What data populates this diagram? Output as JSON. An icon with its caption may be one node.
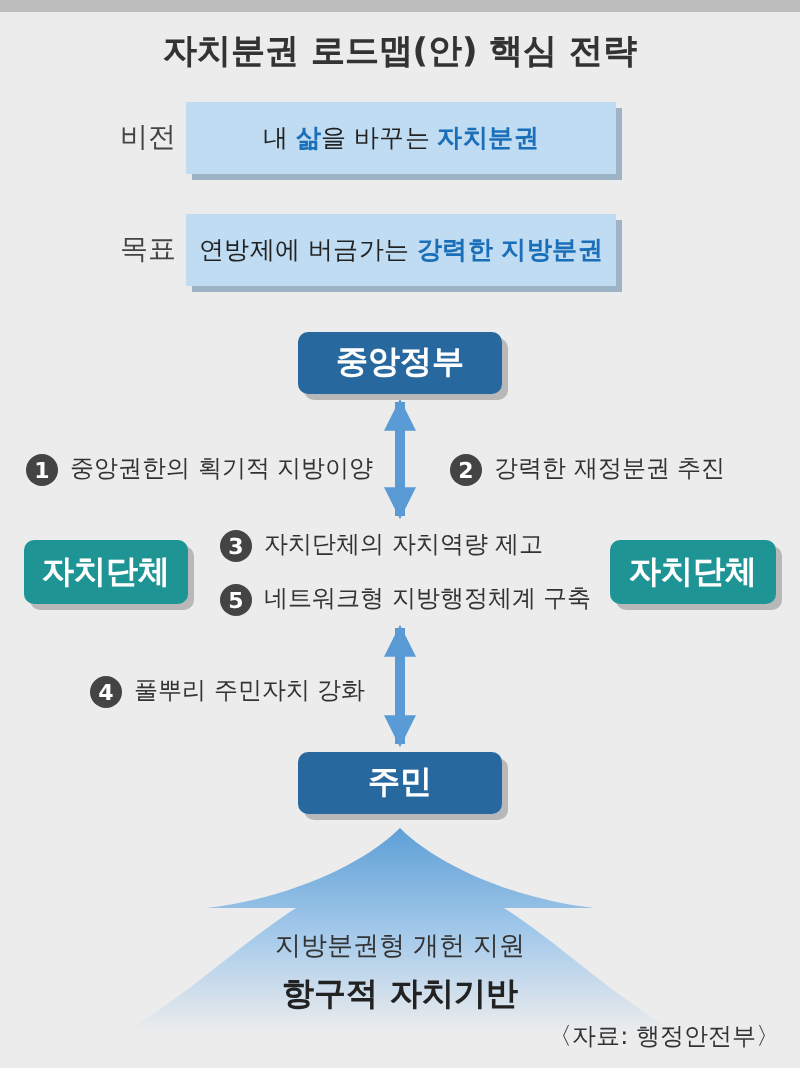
{
  "diagram": {
    "title": "자치분권 로드맵(안) 핵심 전략",
    "nodes": [
      {
        "text": [
          "비전",
          "내 **삶**을 바꾸는 **자치분권**"
        ]
      },
      {
        "text": [
          "목표",
          "연방제에 버금가는 **강력한 지방분권**"
        ]
      },
      {
        "text": [
          "중앙정부"
        ]
      },
      {
        "text": [
          "1",
          "중앙권한의 획기적 지방이양"
        ]
      },
      {
        "text": [
          "2",
          "강력한 재정분권 추진"
        ]
      },
      {
        "text": [
          "자치단체"
        ]
      },
      {
        "text": [
          "3",
          "자치단체의 자치역량 제고",
          "5",
          "네트워크형 지방행정체계 구축"
        ]
      },
      {
        "text": [
          "자치단체"
        ]
      },
      {
        "text": [
          "4",
          "풀뿌리 주민자치 강화"
        ]
      },
      {
        "text": [
          "주민"
        ]
      },
      {
        "text": [
          "지방분권형 개헌 지원",
          "항구적 자치기반"
        ]
      }
    ],
    "edges": [
      {
        "from": 2,
        "to": 6,
        "arrow": "both"
      },
      {
        "from": 6,
        "to": 9,
        "arrow": "both"
      }
    ],
    "labels": [
      "〈자료: 행정안전부〉"
    ]
  }
}
